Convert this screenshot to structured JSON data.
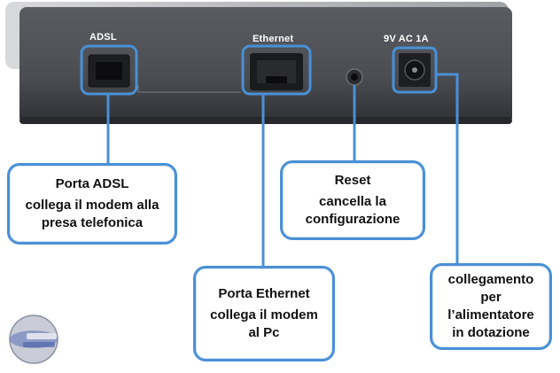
{
  "device_labels": {
    "adsl": "ADSL",
    "ethernet": "Ethernet",
    "power": "9V AC 1A"
  },
  "callouts": {
    "adsl": {
      "title": "Porta ADSL",
      "desc": "collega il modem alla\npresa telefonica"
    },
    "reset": {
      "title": "Reset",
      "desc": "cancella la\nconfigurazione"
    },
    "ethernet": {
      "title": "Porta Ethernet",
      "desc": "collega il modem\nal Pc"
    },
    "power": {
      "desc": "collegamento\nper\nl’alimentatore\nin dotazione"
    }
  },
  "colors": {
    "callout_border": "#4a90d6",
    "device_body": "#4b4d52"
  }
}
